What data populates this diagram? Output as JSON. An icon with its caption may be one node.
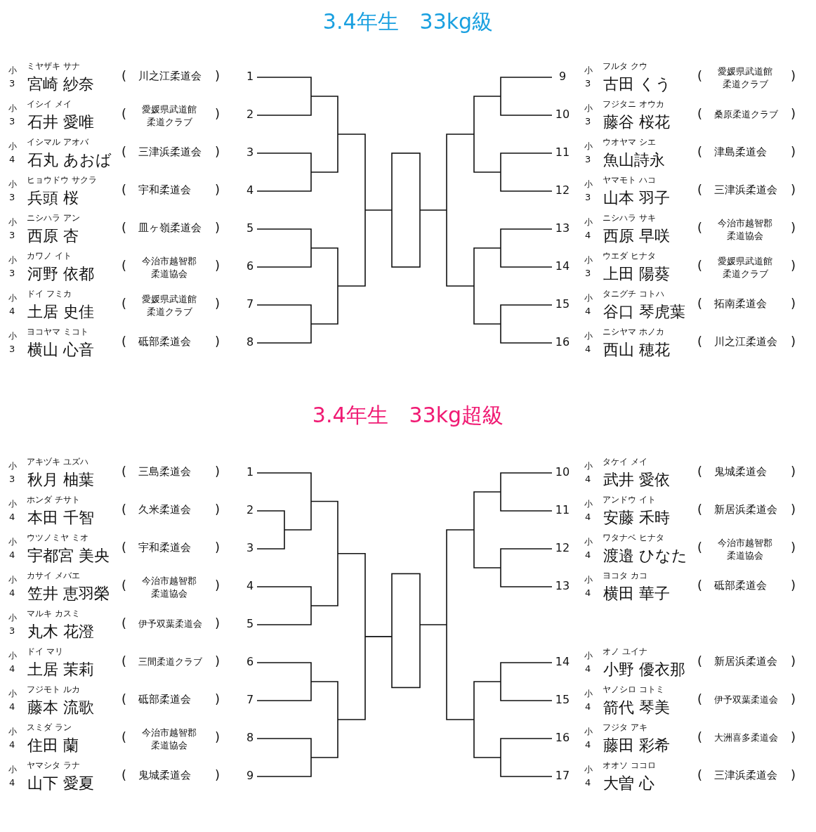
{
  "diagram": {
    "labels": [
      "3.4年生　33kg級",
      "小",
      "3",
      "ミヤザキ サナ",
      "宮崎 紗奈",
      "(",
      "川之江柔道会",
      ")",
      "1",
      "小",
      "3",
      "イシイ メイ",
      "石井 愛唯",
      "(",
      "愛媛県武道館柔道クラブ",
      ")",
      "2",
      "小",
      "4",
      "イシマル アオバ",
      "石丸 あおば",
      "(",
      "三津浜柔道会",
      ")",
      "3",
      "小",
      "3",
      "ヒョウドウ サクラ",
      "兵頭 桜",
      "(",
      "宇和柔道会",
      ")",
      "4",
      "小",
      "3",
      "ニシハラ アン",
      "西原 杏",
      "(",
      "皿ヶ嶺柔道会",
      ")",
      "5",
      "小",
      "3",
      "カワノ イト",
      "河野 依都",
      "(",
      "今治市越智郡柔道協会",
      ")",
      "6",
      "小",
      "4",
      "ドイ フミカ",
      "土居 史佳",
      "(",
      "愛媛県武道館柔道クラブ",
      ")",
      "7",
      "小",
      "3",
      "ヨコヤマ ミコト",
      "横山 心音",
      "(",
      "砥部柔道会",
      ")",
      "8",
      "9",
      "小",
      "3",
      "フルタ クウ",
      "古田 くう",
      "(",
      "愛媛県武道館柔道クラブ",
      ")",
      "10",
      "小",
      "3",
      "フジタニ オウカ",
      "藤谷 桜花",
      "(",
      "桑原柔道クラブ",
      ")",
      "11",
      "小",
      "3",
      "ウオヤマ シエ",
      "魚山詩永",
      "(",
      "津島柔道会",
      ")",
      "12",
      "小",
      "3",
      "ヤマモト ハコ",
      "山本 羽子",
      "(",
      "三津浜柔道会",
      ")",
      "13",
      "小",
      "4",
      "ニシハラ サキ",
      "西原 早咲",
      "(",
      "今治市越智郡柔道協会",
      ")",
      "14",
      "小",
      "3",
      "ウエダ ヒナタ",
      "上田 陽葵",
      "(",
      "愛媛県武道館柔道クラブ",
      ")",
      "15",
      "小",
      "4",
      "タニグチ コトハ",
      "谷口 琴虎葉",
      "(",
      "拓南柔道会",
      ")",
      "16",
      "小",
      "4",
      "ニシヤマ ホノカ",
      "西山 穂花",
      "(",
      "川之江柔道会",
      ")",
      "3.4年生　33kg超級",
      "小",
      "3",
      "アキヅキ ユズハ",
      "秋月 柚葉",
      "(",
      "三島柔道会",
      ")",
      "1",
      "小",
      "4",
      "ホンダ チサト",
      "本田 千智",
      "(",
      "久米柔道会",
      ")",
      "2",
      "小",
      "4",
      "ウツノミヤ ミオ",
      "宇都宮 美央",
      "(",
      "宇和柔道会",
      ")",
      "3",
      "小",
      "4",
      "カサイ メバエ",
      "笠井 恵羽榮",
      "(",
      "今治市越智郡柔道協会",
      ")",
      "4",
      "小",
      "3",
      "マルキ カスミ",
      "丸木 花澄",
      "(",
      "伊予双葉柔道会",
      ")",
      "5",
      "小",
      "4",
      "ドイ マリ",
      "土居 茉莉",
      "(",
      "三間柔道クラブ",
      ")",
      "6",
      "小",
      "4",
      "フジモト ルカ",
      "藤本 流歌",
      "(",
      "砥部柔道会",
      ")",
      "7",
      "小",
      "4",
      "スミダ ラン",
      "住田 蘭",
      "(",
      "今治市越智郡柔道協会",
      ")",
      "8",
      "小",
      "4",
      "ヤマシタ ラナ",
      "山下 愛夏",
      "(",
      "鬼城柔道会",
      ")",
      "9",
      "10",
      "小",
      "4",
      "タケイ メイ",
      "武井 愛依",
      "(",
      "鬼城柔道会",
      ")",
      "11",
      "小",
      "4",
      "アンドウ イト",
      "安藤 禾時",
      "(",
      "新居浜柔道会",
      ")",
      "12",
      "小",
      "4",
      "ワタナベ ヒナタ",
      "渡邉 ひなた",
      "(",
      "今治市越智郡柔道協会",
      ")",
      "13",
      "小",
      "4",
      "ヨコタ カコ",
      "横田 華子",
      "(",
      "砥部柔道会",
      ")",
      "14",
      "小",
      "4",
      "オノ ユイナ",
      "小野 優衣那",
      "(",
      "新居浜柔道会",
      ")",
      "15",
      "小",
      "4",
      "ヤノシロ コトミ",
      "箭代 琴美",
      "(",
      "伊予双葉柔道会",
      ")",
      "16",
      "小",
      "4",
      "フジタ アキ",
      "藤田 彩希",
      "(",
      "大洲喜多柔道会",
      ")",
      "17",
      "小",
      "4",
      "オオソ ココロ",
      "大曽 心",
      "(",
      "三津浜柔道会",
      ")"
    ]
  }
}
